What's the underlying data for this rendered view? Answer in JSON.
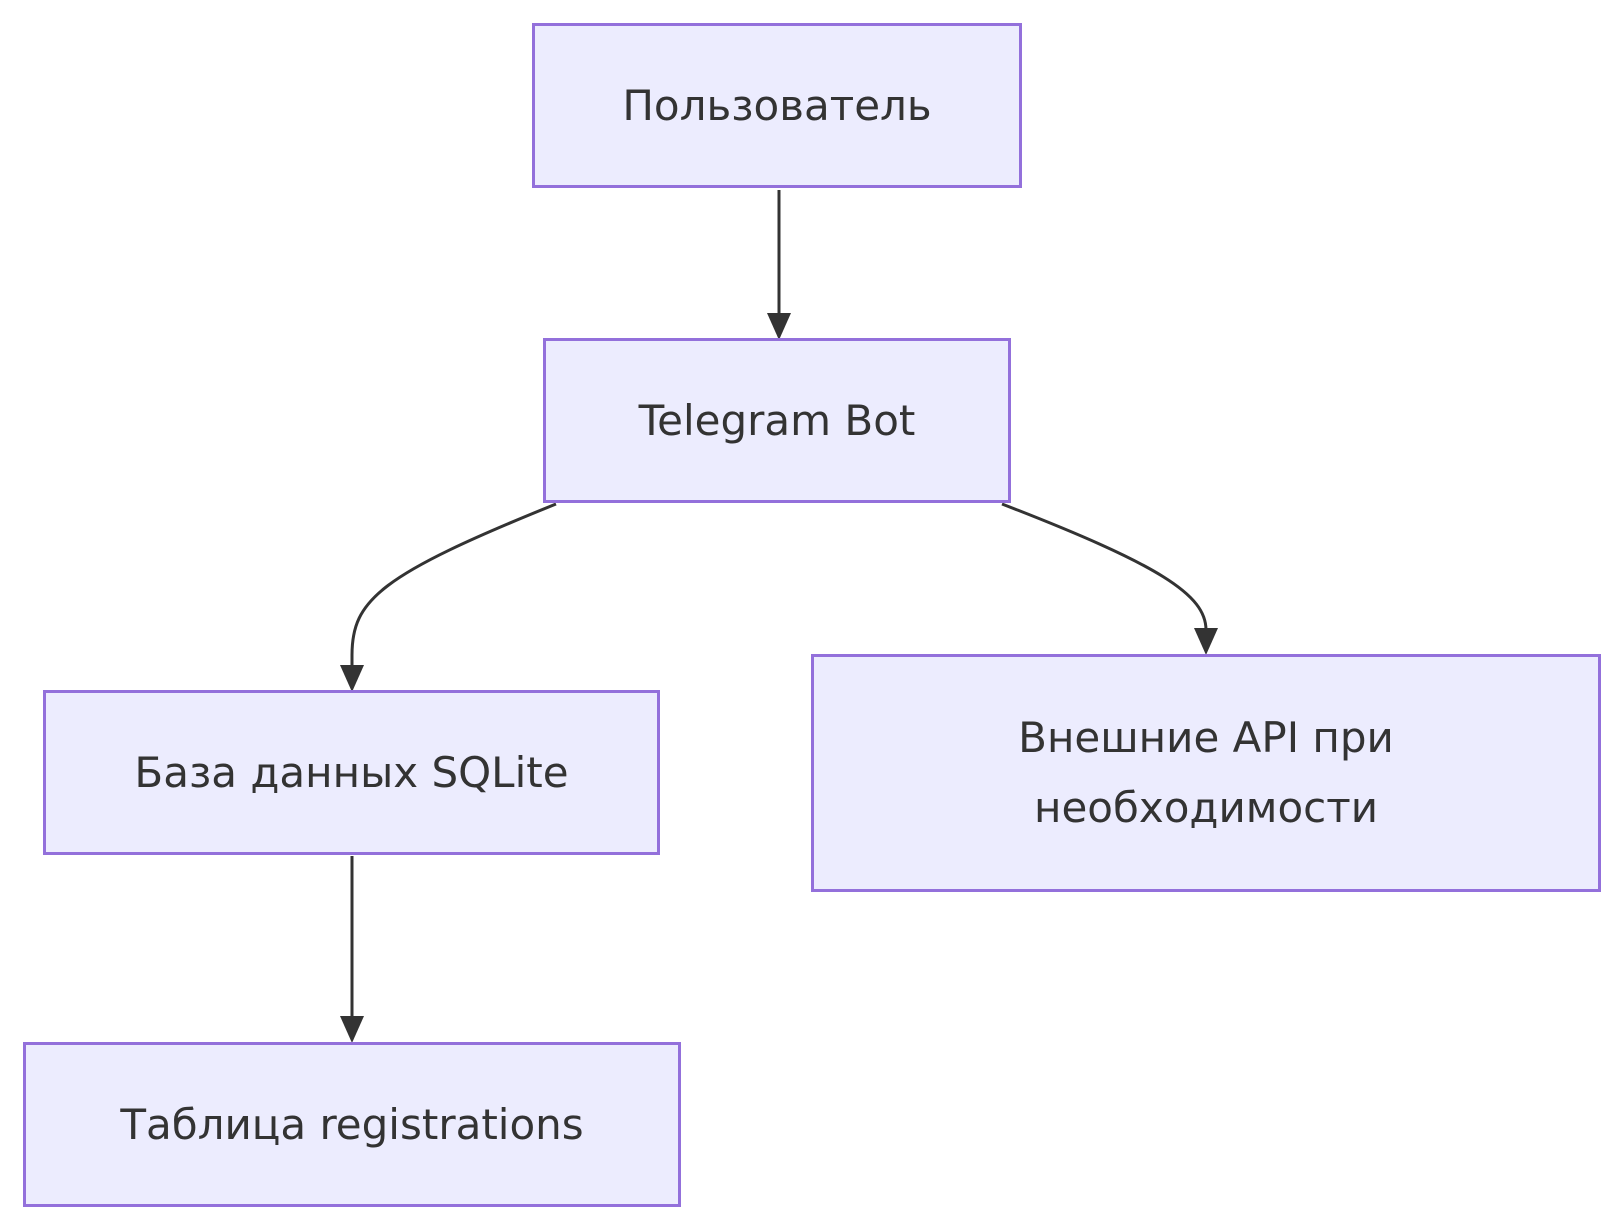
{
  "colors": {
    "node_fill": "#ececfe",
    "node_border": "#9370db",
    "edge": "#333333",
    "text": "#333333"
  },
  "nodes": {
    "user": {
      "label": "Пользователь"
    },
    "bot": {
      "label": "Telegram Bot"
    },
    "db": {
      "label": "База данных SQLite"
    },
    "api": {
      "label_lines": [
        "Внешние API при",
        "необходимости"
      ]
    },
    "table": {
      "label": "Таблица registrations"
    }
  },
  "edges": [
    {
      "from": "user",
      "to": "bot"
    },
    {
      "from": "bot",
      "to": "db"
    },
    {
      "from": "bot",
      "to": "api"
    },
    {
      "from": "db",
      "to": "table"
    }
  ]
}
